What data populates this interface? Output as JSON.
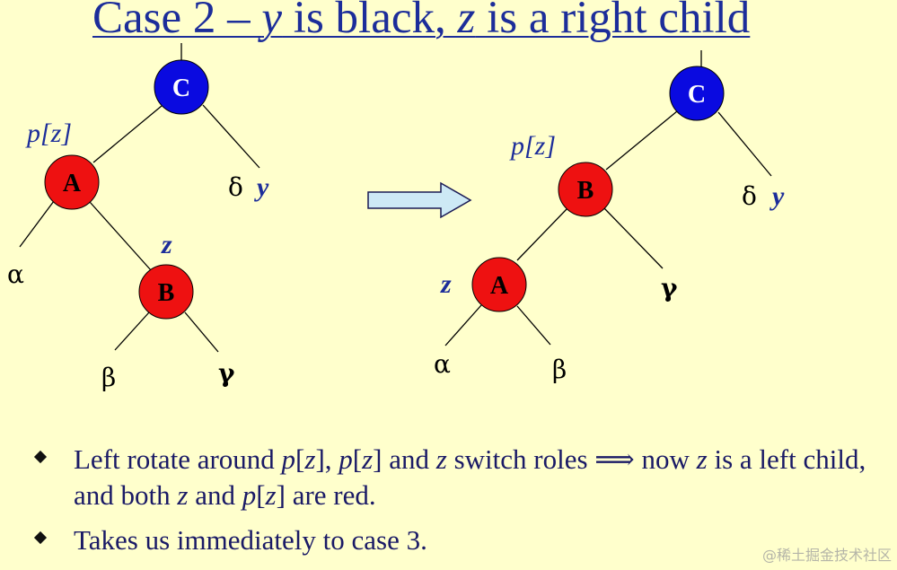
{
  "title": {
    "case_text": "Case 2 – ",
    "var_y": "y",
    "mid_text": " is black, ",
    "var_z": "z",
    "end_text": " is a right child"
  },
  "colors": {
    "background": "#FFFFCC",
    "title": "#1C2D9A",
    "black_node": "#0A0AE0",
    "red_node": "#EE1111",
    "label_blue": "#1C2D9A",
    "arrow_fill": "#CDE9F5"
  },
  "left_tree": {
    "root": "C",
    "parent": "A",
    "child": "B",
    "parent_label": "p[z]",
    "child_label": "z",
    "uncle_label": "y",
    "subtrees": [
      "α",
      "β",
      "γ",
      "δ"
    ]
  },
  "right_tree": {
    "root": "C",
    "parent": "B",
    "child": "A",
    "parent_label": "p[z]",
    "child_label": "z",
    "uncle_label": "y",
    "subtrees": [
      "α",
      "β",
      "γ",
      "δ"
    ]
  },
  "transform_arrow_icon": "right-arrow-icon",
  "bullets": {
    "b1": {
      "t1": "Left rotate around ",
      "v1": "p",
      "t2": "[",
      "v2": "z",
      "t3": "], ",
      "v3": "p",
      "t4": "[",
      "v4": "z",
      "t5": "] and ",
      "v5": "z",
      "t6": " switch roles ",
      "implies": "⟹",
      "t7": " now ",
      "v6": "z",
      "t8": " is a left child, and both ",
      "v7": "z",
      "t9": " and ",
      "v8": "p",
      "t10": "[",
      "v9": "z",
      "t11": "] are red."
    },
    "b2": {
      "text": "Takes us immediately to case 3."
    }
  },
  "watermark": "@稀土掘金技术社区"
}
